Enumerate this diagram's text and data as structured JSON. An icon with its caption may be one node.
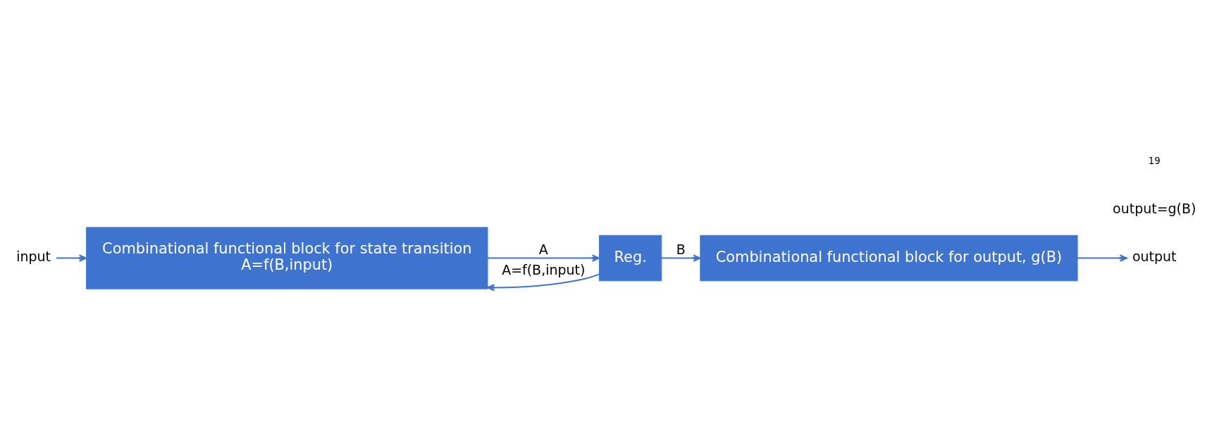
{
  "diagram": {
    "nodes": [
      {
        "text": [
          "input"
        ]
      },
      {
        "text": [
          "Combinational functional block for state transition",
          "A=f(B,input)"
        ]
      },
      {
        "text": [
          "Reg."
        ]
      },
      {
        "text": [
          "Combinational functional block for output, g(B)"
        ]
      },
      {
        "text": [
          "output"
        ]
      }
    ],
    "edges": [
      {
        "from": 0,
        "to": 1,
        "arrow": "to"
      },
      {
        "from": 1,
        "to": 2,
        "arrow": "to",
        "label": "A"
      },
      {
        "from": 2,
        "to": 3,
        "arrow": "to",
        "label": "B"
      },
      {
        "from": 2,
        "to": 1,
        "arrow": "to",
        "label": "A=f(B,input)"
      },
      {
        "from": 3,
        "to": 4,
        "arrow": "to"
      }
    ],
    "labels": [
      "output=g(B)",
      "19"
    ]
  }
}
